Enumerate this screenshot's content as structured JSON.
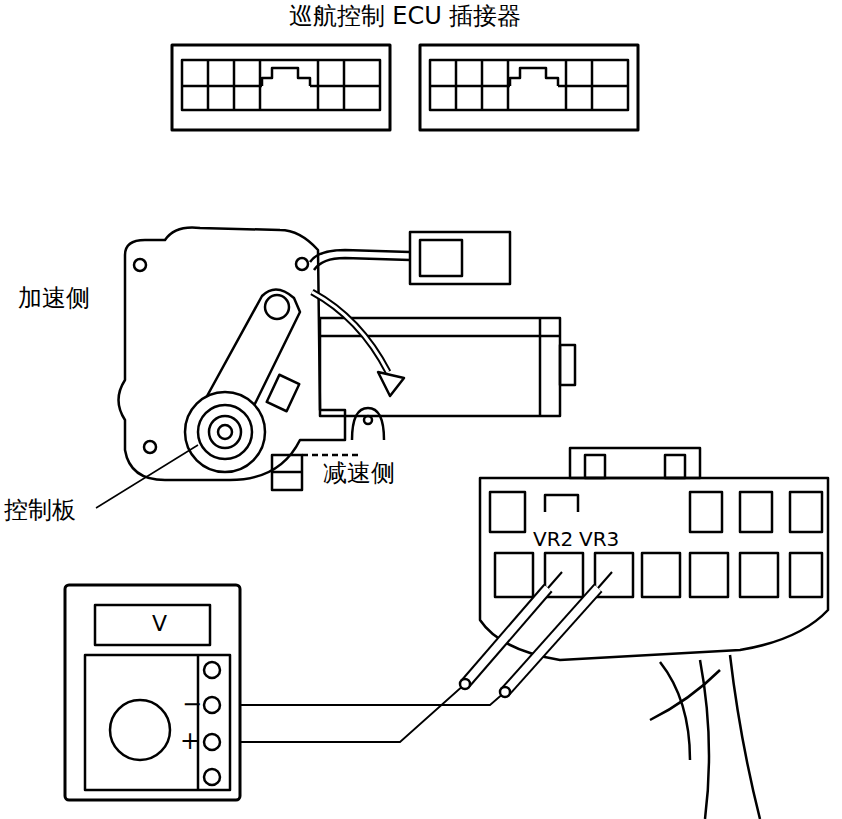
{
  "diagram": {
    "title": "巡航控制 ECU 插接器",
    "labels": [
      "加速侧",
      "减速侧",
      "控制板",
      "VR2",
      "VR3",
      "V",
      "−",
      "+"
    ]
  }
}
